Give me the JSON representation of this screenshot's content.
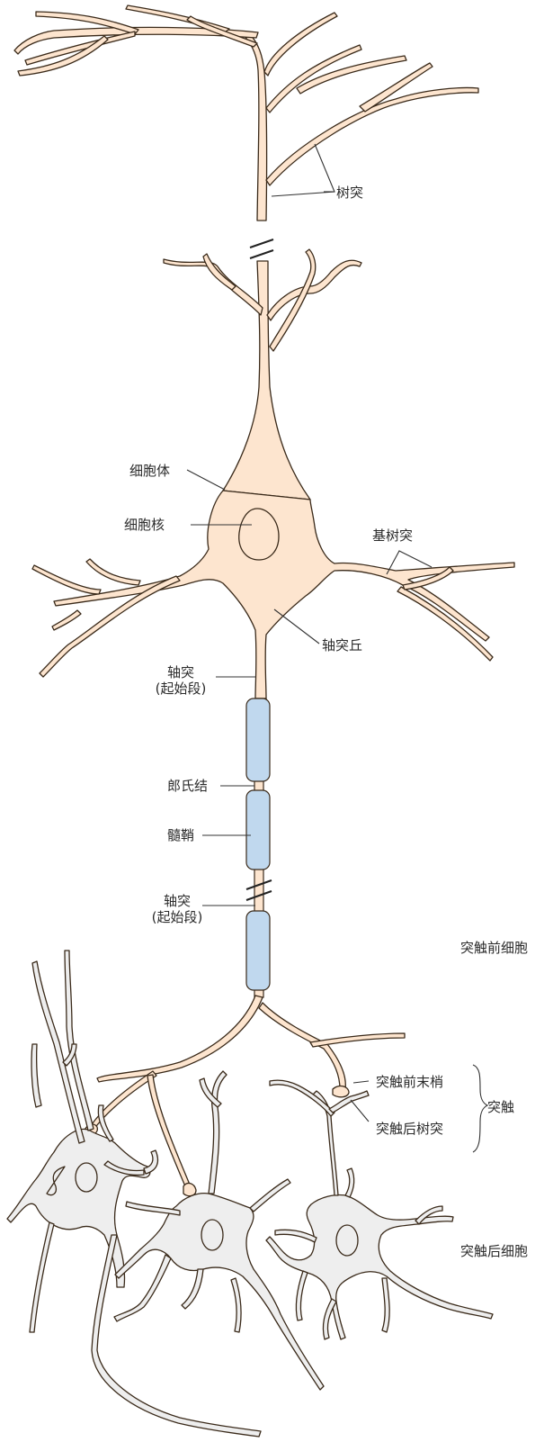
{
  "colors": {
    "presynaptic_cell": "#fde5cf",
    "postsynaptic_cell": "#eeeeee",
    "myelin": "#c0d8ee",
    "outline": "#3a2a1a",
    "leader_line": "#333333"
  },
  "labels": {
    "dendrite": "树突",
    "cell_body": "细胞体",
    "nucleus": "细胞核",
    "basal_dendrite": "基树突",
    "axon_hillock": "轴突丘",
    "axon_initial_1": "轴突",
    "axon_initial_1b": "(起始段)",
    "node_of_ranvier": "郎氏结",
    "myelin_sheath": "髓鞘",
    "axon_initial_2": "轴突",
    "axon_initial_2b": "(起始段)",
    "presynaptic_cell": "突触前细胞",
    "presynaptic_terminal": "突触前末梢",
    "postsynaptic_dendrite": "突触后树突",
    "synapse": "突触",
    "postsynaptic_cell": "突触后细胞"
  }
}
